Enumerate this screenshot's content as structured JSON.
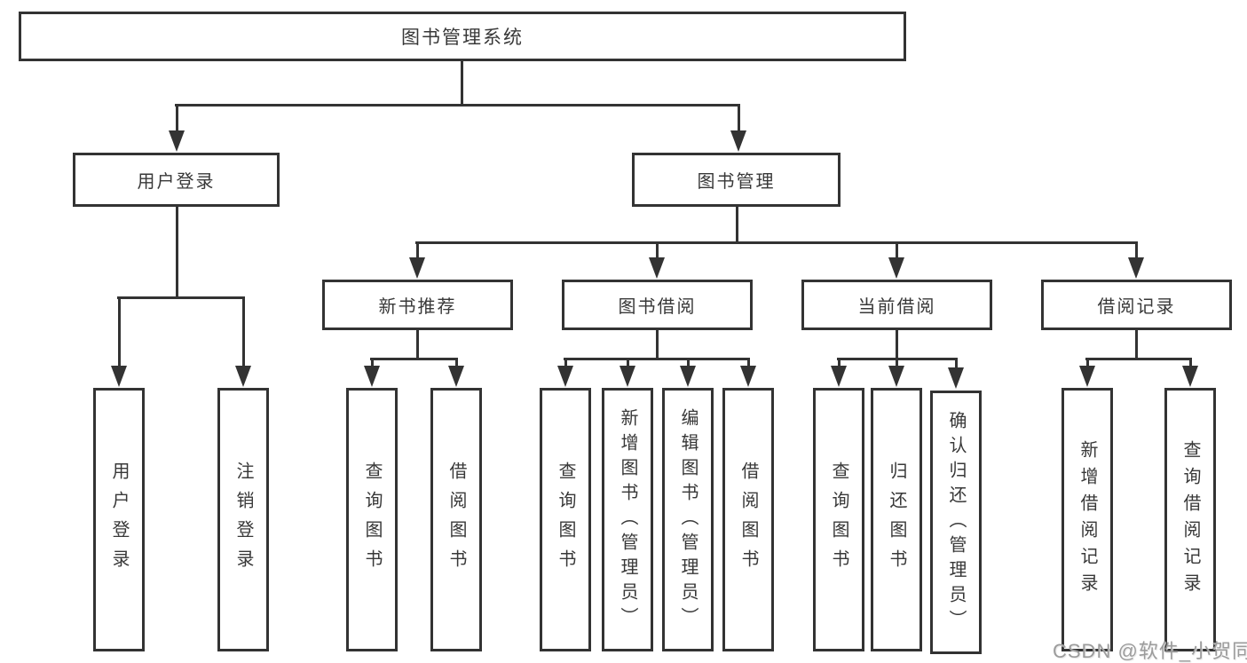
{
  "colors": {
    "line": "#333333",
    "box_border": "#333333",
    "text": "#383838",
    "background": "#ffffff",
    "watermark_color": "#9c9c9c"
  },
  "watermark": "CSDN @软件_小贺同学",
  "tree": {
    "root": {
      "label": "图书管理系统"
    },
    "branches": [
      {
        "label": "用户登录",
        "children": [
          {
            "label": "用户登录"
          },
          {
            "label": "注销登录"
          }
        ]
      },
      {
        "label": "图书管理",
        "sections": [
          {
            "label": "新书推荐",
            "children": [
              {
                "label": "查询图书"
              },
              {
                "label": "借阅图书"
              }
            ]
          },
          {
            "label": "图书借阅",
            "children": [
              {
                "label": "查询图书"
              },
              {
                "label": "新增图书（管理员）"
              },
              {
                "label": "编辑图书（管理员）"
              },
              {
                "label": "借阅图书"
              }
            ]
          },
          {
            "label": "当前借阅",
            "children": [
              {
                "label": "查询图书"
              },
              {
                "label": "归还图书"
              },
              {
                "label": "确认归还（管理员）"
              }
            ]
          },
          {
            "label": "借阅记录",
            "children": [
              {
                "label": "新增借阅记录"
              },
              {
                "label": "查询借阅记录"
              }
            ]
          }
        ]
      }
    ]
  }
}
